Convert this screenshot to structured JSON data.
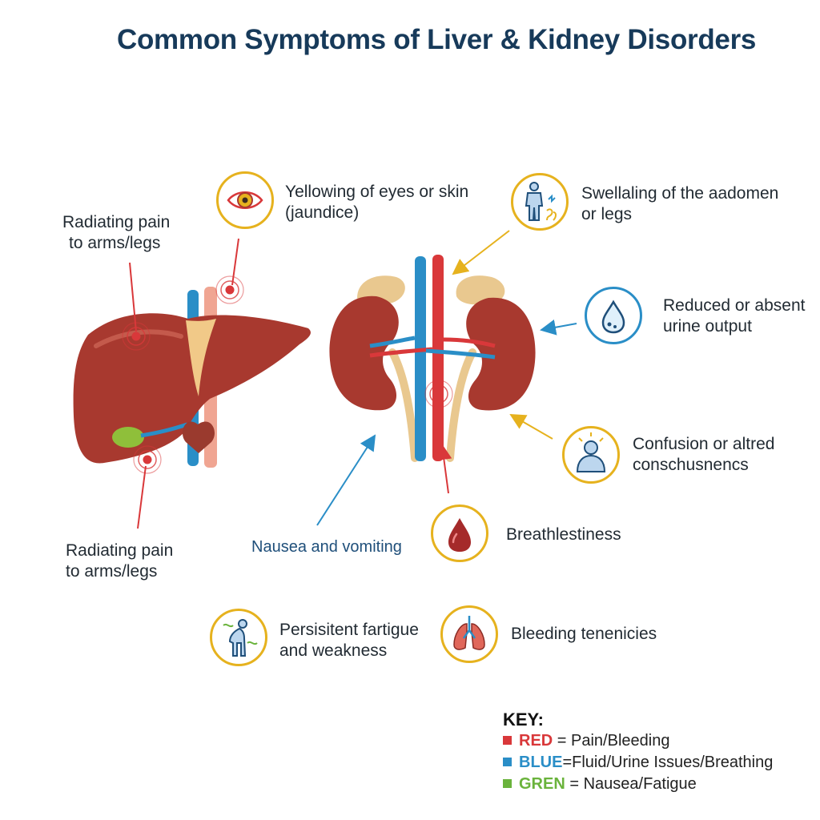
{
  "title": "Common Symptoms of Liver & Kidney Disorders",
  "symptoms": {
    "pain_top": [
      "Radiating pain",
      "to arms/legs"
    ],
    "jaundice": [
      "Yellowing of eyes or skin",
      "(jaundice)"
    ],
    "swelling": [
      "Swellaling of the aadomen",
      "or legs"
    ],
    "urine": [
      "Reduced or absent",
      "urine output"
    ],
    "confusion": [
      "Confusion or altred",
      "conschusnencs"
    ],
    "pain_bottom": [
      "Radiating pain",
      "to arms/legs"
    ],
    "nausea": "Nausea and vomiting",
    "breath": "Breathlestiness",
    "fatigue": [
      "Persisitent fartigue",
      "and weakness"
    ],
    "bleeding": "Bleeding tenenicies"
  },
  "key": {
    "title": "KEY:",
    "rows": [
      {
        "word": "RED",
        "rest": " = Pain/Bleeding",
        "color": "#d9383a"
      },
      {
        "word": "BLUE",
        "rest": "=Fluid/Urine Issues/Breathing",
        "color": "#2a8ec7"
      },
      {
        "word": "GREN",
        "rest": " = Nausea/Fatigue",
        "color": "#6ab33c"
      }
    ]
  },
  "colors": {
    "red": "#d9383a",
    "blue": "#2a8ec7",
    "yellow": "#e6b21e",
    "title": "#173a5a",
    "organ": "#a8392f"
  },
  "icons": [
    "eye-icon",
    "body-swelling-icon",
    "water-drop-icon",
    "head-confusion-icon",
    "blood-drop-icon",
    "lungs-icon",
    "fatigue-person-icon"
  ]
}
